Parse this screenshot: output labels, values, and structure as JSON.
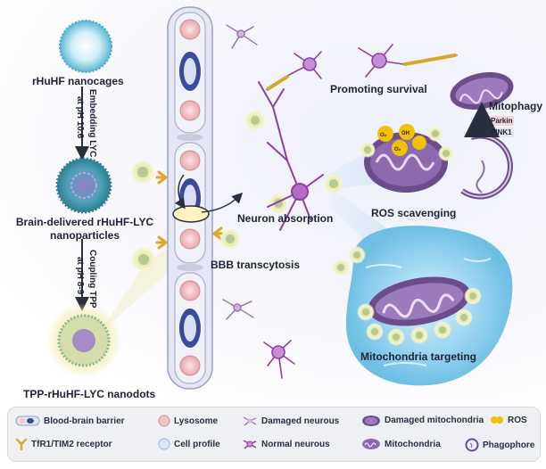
{
  "labels": {
    "nanocages": "rHuHF nanocages",
    "embedding": "Embedding LYC",
    "ph_high": "at pH 10.6",
    "brain_np_line1": "Brain-delivered rHuHF-LYC",
    "brain_np_line2": "nanoparticles",
    "coupling": "Coupling TPP",
    "ph_mid": "at pH 8-9",
    "nanodots": "TPP-rHuHF-LYC nanodots",
    "bbb": "BBB transcytosis",
    "neuron_absorption": "Neuron absorption",
    "ros_scavenging": "ROS scavenging",
    "promoting_survival": "Promoting survival",
    "mitophagy": "Mitophagy",
    "parkin": "Parkin",
    "pink1": "PINK1",
    "mito_targeting": "Mitochondria targeting",
    "ros_o2": "O₂",
    "ros_oh": "OH",
    "ros_o2b": "O₂"
  },
  "legend": [
    {
      "icon": "bbb-icon",
      "label": "Blood-brain barrier"
    },
    {
      "icon": "lysosome-icon",
      "label": "Lysosome"
    },
    {
      "icon": "damaged-neuron-icon",
      "label": "Damaged neurous"
    },
    {
      "icon": "damaged-mitochondria-icon",
      "label": "Damaged mitochondria"
    },
    {
      "icon": "ros-icon",
      "label": "ROS"
    },
    {
      "icon": "receptor-icon",
      "label": "TfR1/TIM2 receptor"
    },
    {
      "icon": "cell-profile-icon",
      "label": "Cell profile"
    },
    {
      "icon": "normal-neuron-icon",
      "label": "Normal neurous"
    },
    {
      "icon": "mitochondria-icon",
      "label": "Mitochondria"
    },
    {
      "icon": "phagophore-icon",
      "label": "Phagophore"
    }
  ],
  "colors": {
    "neuron": "#8b3fa8",
    "ros": "#f2c200",
    "vessel": "#dfe3f1",
    "lysosome": "#f2c6c8",
    "nanoparticle": "#e9f0c0",
    "mitochondria": "#6b4d8c",
    "water": "#8fd0ee"
  }
}
